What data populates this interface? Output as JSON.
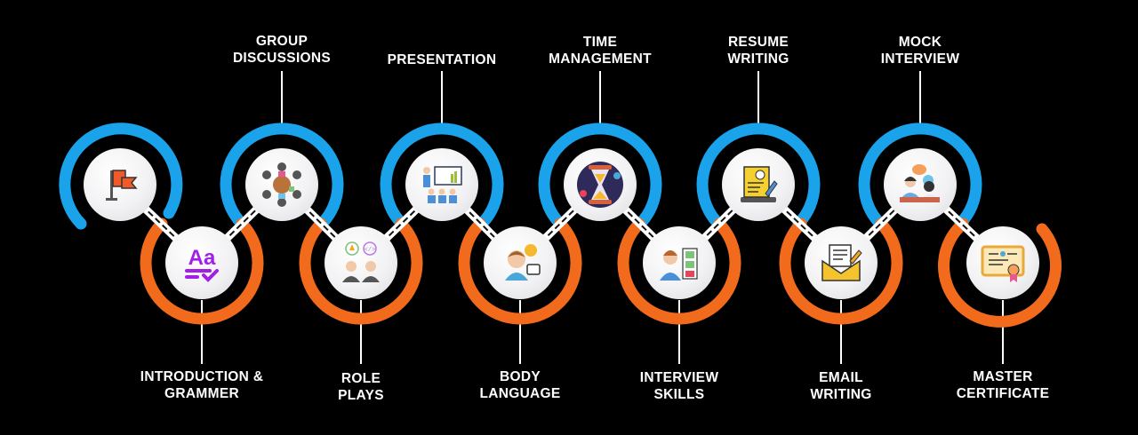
{
  "diagram": {
    "type": "course-roadmap",
    "colors": {
      "background": "#000000",
      "top_ring": "#1aa3ea",
      "bottom_ring": "#f26a1b",
      "connector": "#ffffff",
      "label_text": "#ffffff"
    },
    "steps": [
      {
        "order": 1,
        "row": "top",
        "label": "",
        "icon": "flag-icon"
      },
      {
        "order": 2,
        "row": "bottom",
        "label": "INTRODUCTION &\nGRAMMER",
        "icon": "grammar-aa-icon"
      },
      {
        "order": 3,
        "row": "top",
        "label": "GROUP\nDISCUSSIONS",
        "icon": "group-discussion-icon"
      },
      {
        "order": 4,
        "row": "bottom",
        "label": "ROLE\nPLAYS",
        "icon": "role-play-icon"
      },
      {
        "order": 5,
        "row": "top",
        "label": "PRESENTATION",
        "icon": "presentation-icon"
      },
      {
        "order": 6,
        "row": "bottom",
        "label": "BODY\nLANGUAGE",
        "icon": "body-language-icon"
      },
      {
        "order": 7,
        "row": "top",
        "label": "TIME\nMANAGEMENT",
        "icon": "hourglass-icon"
      },
      {
        "order": 8,
        "row": "bottom",
        "label": "INTERVIEW\nSKILLS",
        "icon": "interview-checklist-icon"
      },
      {
        "order": 9,
        "row": "top",
        "label": "RESUME\nWRITING",
        "icon": "resume-icon"
      },
      {
        "order": 10,
        "row": "bottom",
        "label": "EMAIL\nWRITING",
        "icon": "email-envelope-icon"
      },
      {
        "order": 11,
        "row": "top",
        "label": "MOCK\nINTERVIEW",
        "icon": "mock-interview-icon"
      },
      {
        "order": 12,
        "row": "bottom",
        "label": "MASTER\nCERTIFICATE",
        "icon": "certificate-icon"
      }
    ]
  }
}
